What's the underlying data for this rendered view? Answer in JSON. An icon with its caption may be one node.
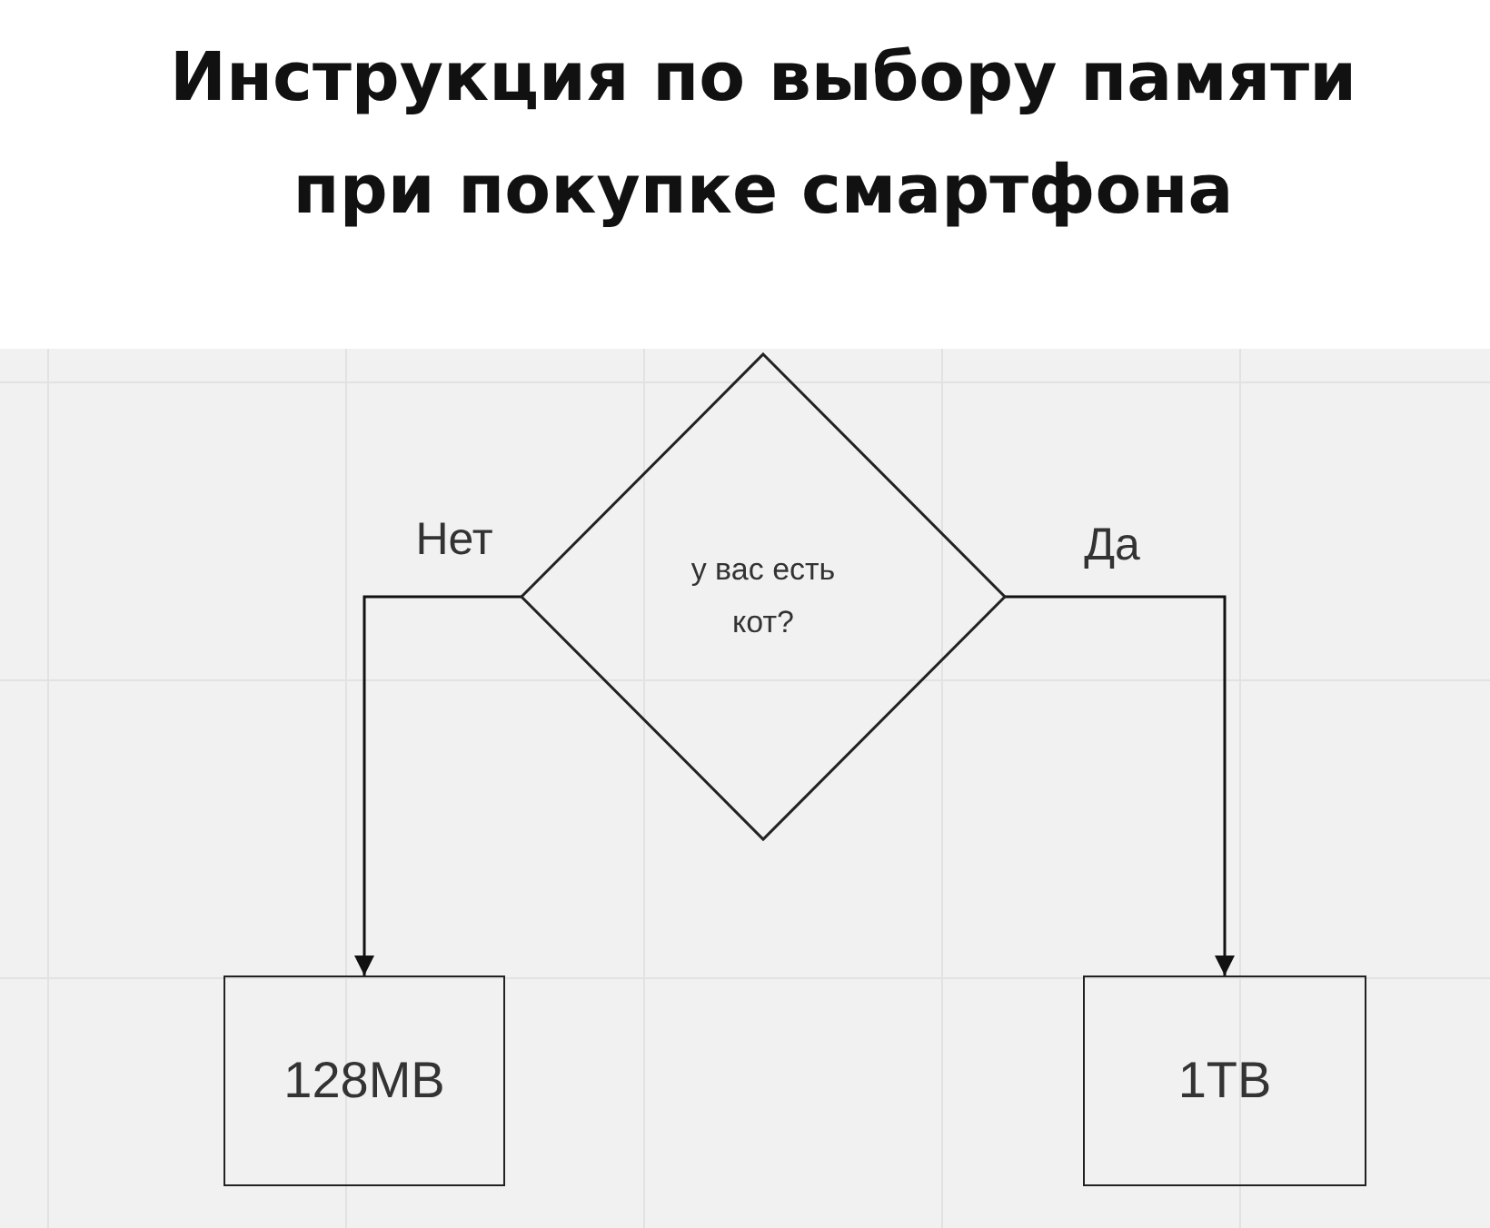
{
  "diagram": {
    "title": "Инструкция по выбору памяти при покупке смартфона",
    "nodes": [
      {
        "text": [
          "у вас есть кот?"
        ]
      },
      {
        "text": [
          "128MB"
        ]
      },
      {
        "text": [
          "1TB"
        ]
      }
    ],
    "edges": [
      {
        "from": 0,
        "to": 1,
        "arrow": "to",
        "label": "Нет"
      },
      {
        "from": 0,
        "to": 2,
        "arrow": "to",
        "label": "Да"
      }
    ]
  }
}
